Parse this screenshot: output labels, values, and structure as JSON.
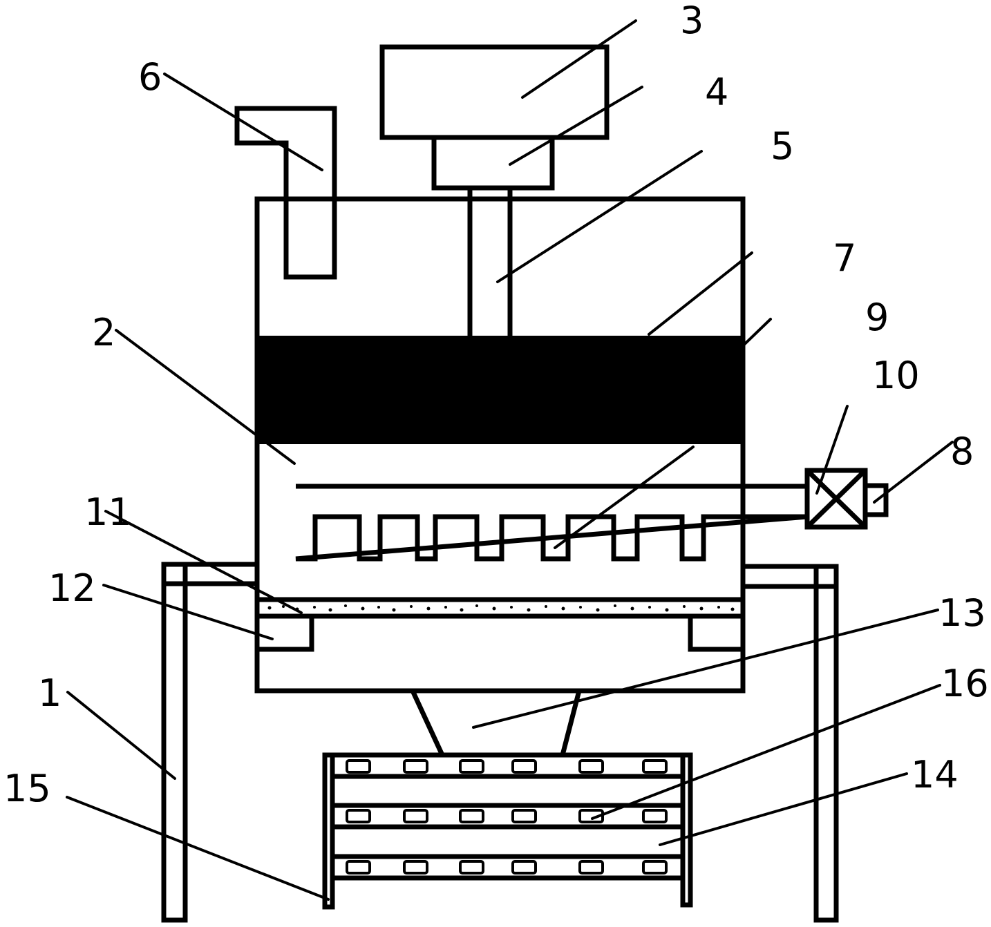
{
  "diagram": {
    "title": "",
    "colors": {
      "line": "#000000",
      "background": "#ffffff",
      "filled_layer": "#000000"
    },
    "components": [
      {
        "id": "1",
        "label": "1",
        "name": "support-frame-leg"
      },
      {
        "id": "2",
        "label": "2",
        "name": "tank-body"
      },
      {
        "id": "3",
        "label": "3",
        "name": "motor"
      },
      {
        "id": "4",
        "label": "4",
        "name": "reducer"
      },
      {
        "id": "5",
        "label": "5",
        "name": "shaft"
      },
      {
        "id": "6",
        "label": "6",
        "name": "inlet-pipe"
      },
      {
        "id": "7",
        "label": "7",
        "name": "press-plate"
      },
      {
        "id": "8",
        "label": "8",
        "name": "outlet-nozzle"
      },
      {
        "id": "9",
        "label": "9",
        "name": "comb-pipe"
      },
      {
        "id": "10",
        "label": "10",
        "name": "valve"
      },
      {
        "id": "11",
        "label": "11",
        "name": "filter-layer"
      },
      {
        "id": "12",
        "label": "12",
        "name": "support-block"
      },
      {
        "id": "13",
        "label": "13",
        "name": "hopper"
      },
      {
        "id": "14",
        "label": "14",
        "name": "rack"
      },
      {
        "id": "15",
        "label": "15",
        "name": "rack-post"
      },
      {
        "id": "16",
        "label": "16",
        "name": "tray-slot"
      }
    ]
  }
}
